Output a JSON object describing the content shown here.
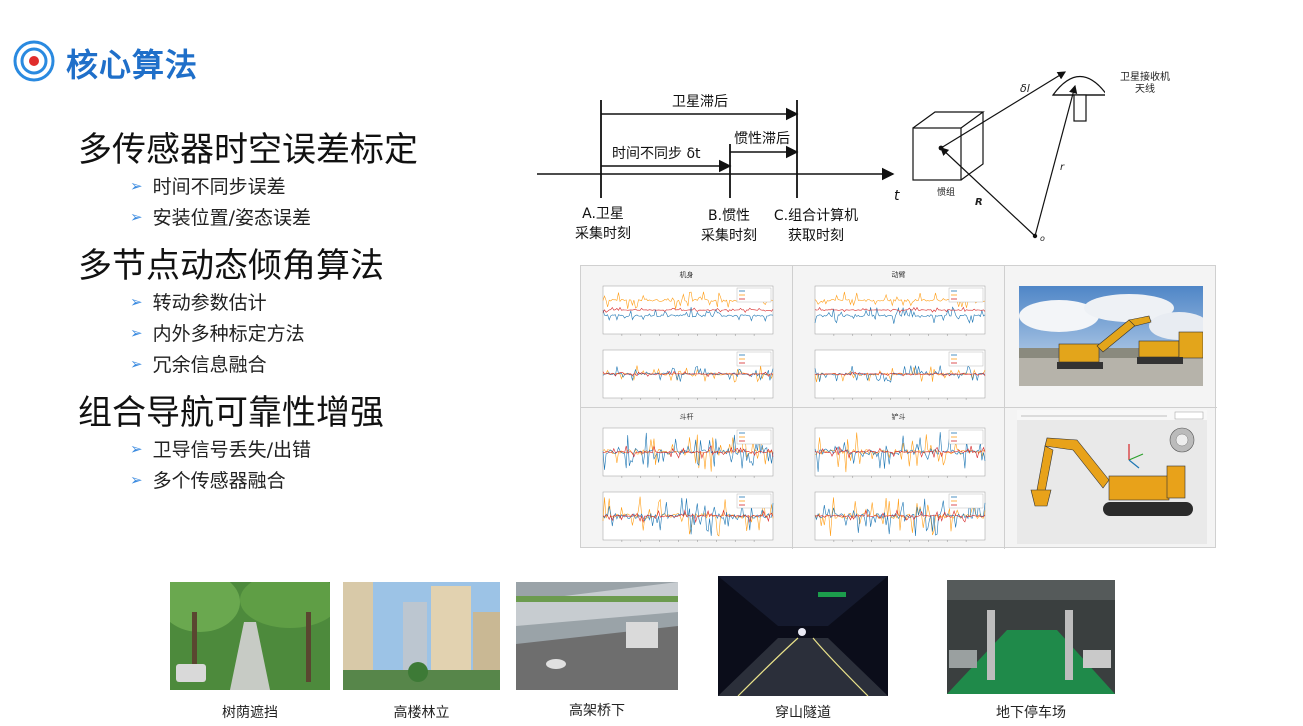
{
  "page": {
    "title": "核心算法"
  },
  "sections": [
    {
      "heading": "多传感器时空误差标定",
      "bullets": [
        "时间不同步误差",
        "安装位置/姿态误差"
      ]
    },
    {
      "heading": "多节点动态倾角算法",
      "bullets": [
        "转动参数估计",
        "内外多种标定方法",
        "冗余信息融合"
      ]
    },
    {
      "heading": "组合导航可靠性增强",
      "bullets": [
        "卫导信号丢失/出错",
        "多个传感器融合"
      ]
    }
  ],
  "timeline": {
    "satellite_lag": "卫星滞后",
    "inertial_lag": "惯性滞后",
    "time_async": "时间不同步 δt",
    "t_axis": "t",
    "point_a_line1": "A.卫星",
    "point_a_line2": "采集时刻",
    "point_b_line1": "B.惯性",
    "point_b_line2": "采集时刻",
    "point_c_line1": "C.组合计算机",
    "point_c_line2": "获取时刻"
  },
  "geometry_diagram": {
    "antenna_line1": "卫星接收机",
    "antenna_line2": "天线",
    "imu_label": "惯组",
    "delta_l": "δl",
    "r_label": "r",
    "R_label": "R",
    "origin_label": "o"
  },
  "plots": {
    "titles": [
      "机身",
      "动臂",
      "斗杆",
      "铲斗"
    ],
    "colors": {
      "blue": "#1f77b4",
      "orange": "#ff9f1a",
      "red": "#d62728"
    }
  },
  "scenes": [
    {
      "caption": "树荫遮挡"
    },
    {
      "caption": "高楼林立"
    },
    {
      "caption": "高架桥下"
    },
    {
      "caption": "穿山隧道"
    },
    {
      "caption": "地下停车场"
    }
  ],
  "theme": {
    "accent": "#1f6fc9"
  }
}
